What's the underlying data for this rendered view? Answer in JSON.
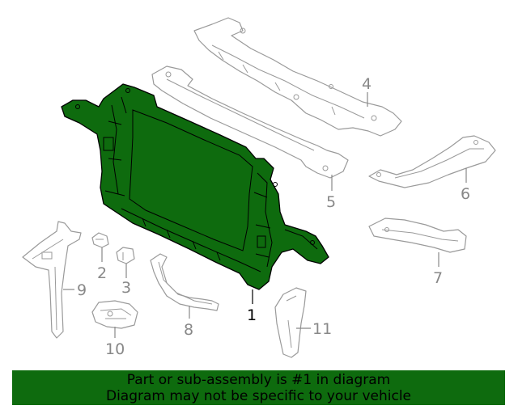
{
  "callouts": {
    "c1": "1",
    "c2": "2",
    "c3": "3",
    "c4": "4",
    "c5": "5",
    "c6": "6",
    "c7": "7",
    "c8": "8",
    "c9": "9",
    "c10": "10",
    "c11": "11"
  },
  "banner": {
    "line1": "Part or sub-assembly is #1 in diagram",
    "line2": "Diagram may not be specific to your vehicle"
  },
  "colors": {
    "highlight": "#0e6b0e",
    "outline": "#9a9a9a",
    "callout": "#888888"
  }
}
